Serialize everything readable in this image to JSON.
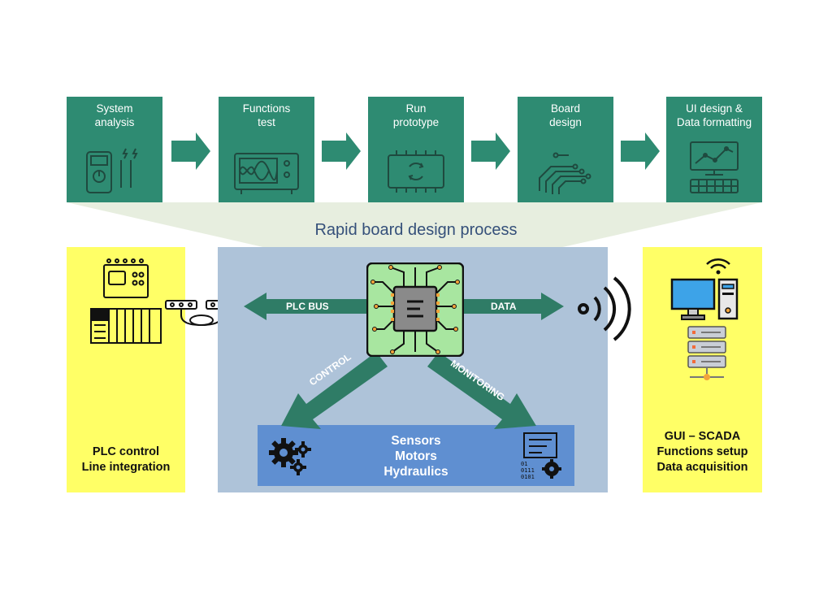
{
  "steps": [
    {
      "label": "System\nanalysis",
      "icon": "multimeter-icon"
    },
    {
      "label": "Functions\ntest",
      "icon": "oscilloscope-icon"
    },
    {
      "label": "Run\nprototype",
      "icon": "prototype-chip-icon"
    },
    {
      "label": "Board\ndesign",
      "icon": "circuit-traces-icon"
    },
    {
      "label": "UI design &\nData formatting",
      "icon": "monitor-keyboard-icon"
    }
  ],
  "process_title": "Rapid board design process",
  "left_panel": {
    "label": "PLC control\nLine integration"
  },
  "right_panel": {
    "label": "GUI – SCADA\nFunctions setup\nData acquisition"
  },
  "arrows": {
    "plc_bus": "PLC BUS",
    "data": "DATA",
    "control": "CONTROL",
    "monitoring": "MONITORING"
  },
  "actuators": {
    "label": "Sensors\nMotors\nHydraulics"
  },
  "colors": {
    "step_green": "#2e8b72",
    "arrow_green": "#2f7c66",
    "yellow": "#ffff66",
    "panel_blue": "#aec3d9",
    "actuator_blue": "#5f8fd1",
    "chip_green": "#a8e6a0"
  }
}
